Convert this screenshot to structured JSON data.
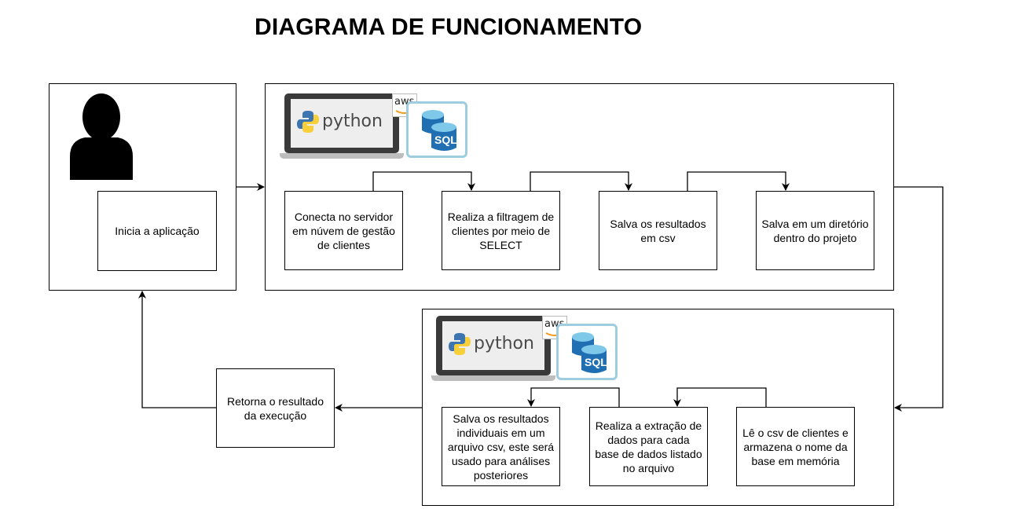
{
  "title": "DIAGRAMA DE FUNCIONAMENTO",
  "colors": {
    "line": "#000000",
    "laptop_screen": "#3a3a3a",
    "sql_blue": "#1f6fb2",
    "sql_frame": "#9ecde0"
  },
  "icons": [
    "user-icon",
    "python-laptop-icon",
    "aws-icon",
    "sql-database-icon"
  ],
  "user_panel": {
    "step": "Inicia a aplicação"
  },
  "top_panel": {
    "python_label": "python",
    "aws_label": "aws",
    "sql_label": "SQL",
    "steps": [
      "Conecta no servidor\nem núvem de gestão\nde clientes",
      "Realiza a filtragem de\nclientes por meio de\nSELECT",
      "Salva os resultados\nem csv",
      "Salva em um diretório\ndentro do projeto"
    ]
  },
  "bottom_panel": {
    "python_label": "python",
    "aws_label": "aws",
    "sql_label": "SQL",
    "steps": [
      "Salva os resultados\nindividuais em um\narquivo csv, este será\nusado para análises\nposteriores",
      "Realiza a extração de\ndados para cada\nbase de dados listado\nno arquivo",
      "Lê o csv de clientes e\narmazena o nome da\nbase em memória"
    ]
  },
  "return_step": "Retorna o resultado\nda execução"
}
